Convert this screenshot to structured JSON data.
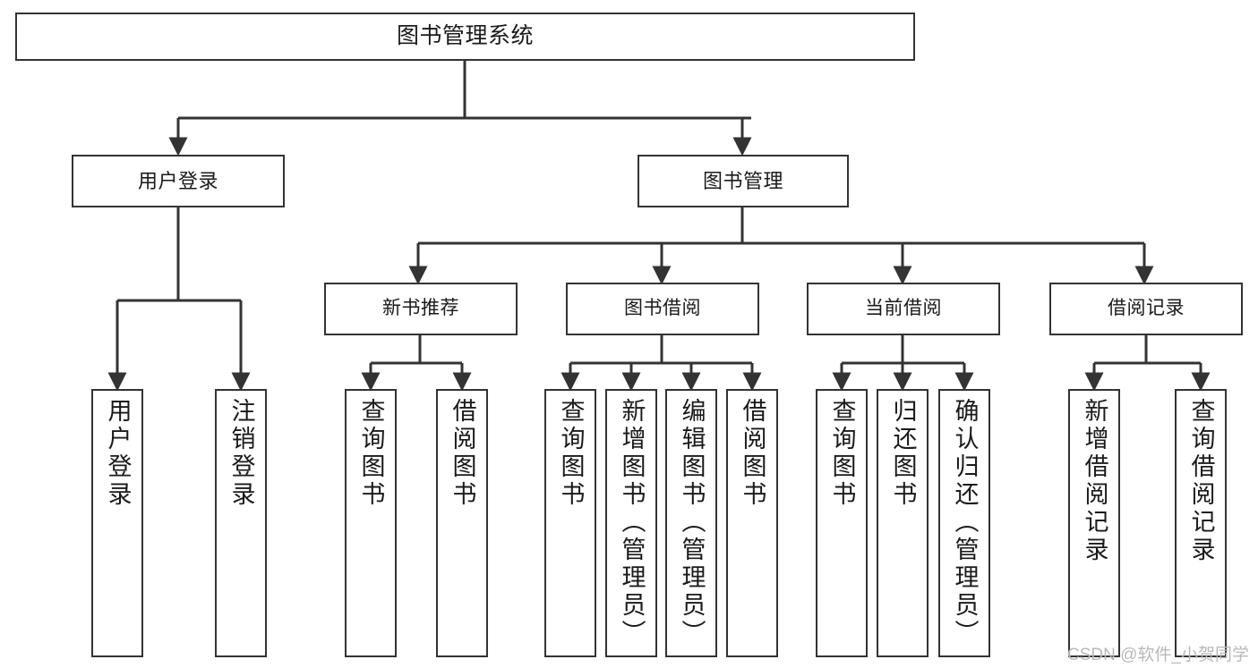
{
  "diagram": {
    "type": "tree",
    "title": "图书管理系统",
    "root": {
      "label": "图书管理系统"
    },
    "level1": [
      {
        "label": "用户登录"
      },
      {
        "label": "图书管理"
      }
    ],
    "level2": [
      {
        "label": "新书推荐"
      },
      {
        "label": "图书借阅"
      },
      {
        "label": "当前借阅"
      },
      {
        "label": "借阅记录"
      }
    ],
    "leaves": {
      "user_login": [
        {
          "label": "用户登录"
        },
        {
          "label": "注销登录"
        }
      ],
      "new_book_recommend": [
        {
          "label": "查询图书"
        },
        {
          "label": "借阅图书"
        }
      ],
      "book_borrow": [
        {
          "label": "查询图书"
        },
        {
          "label": "新增图书（管理员）"
        },
        {
          "label": "编辑图书（管理员）"
        },
        {
          "label": "借阅图书"
        }
      ],
      "current_borrow": [
        {
          "label": "查询图书"
        },
        {
          "label": "归还图书"
        },
        {
          "label": "确认归还（管理员）"
        }
      ],
      "borrow_record": [
        {
          "label": "新增借阅记录"
        },
        {
          "label": "查询借阅记录"
        }
      ]
    }
  },
  "watermark": {
    "text": "CSDN @软件_小贺同学"
  },
  "colors": {
    "stroke": "#333333",
    "fill": "#ffffff",
    "text": "#1a1a1a",
    "watermark": "#b9b9b9"
  }
}
